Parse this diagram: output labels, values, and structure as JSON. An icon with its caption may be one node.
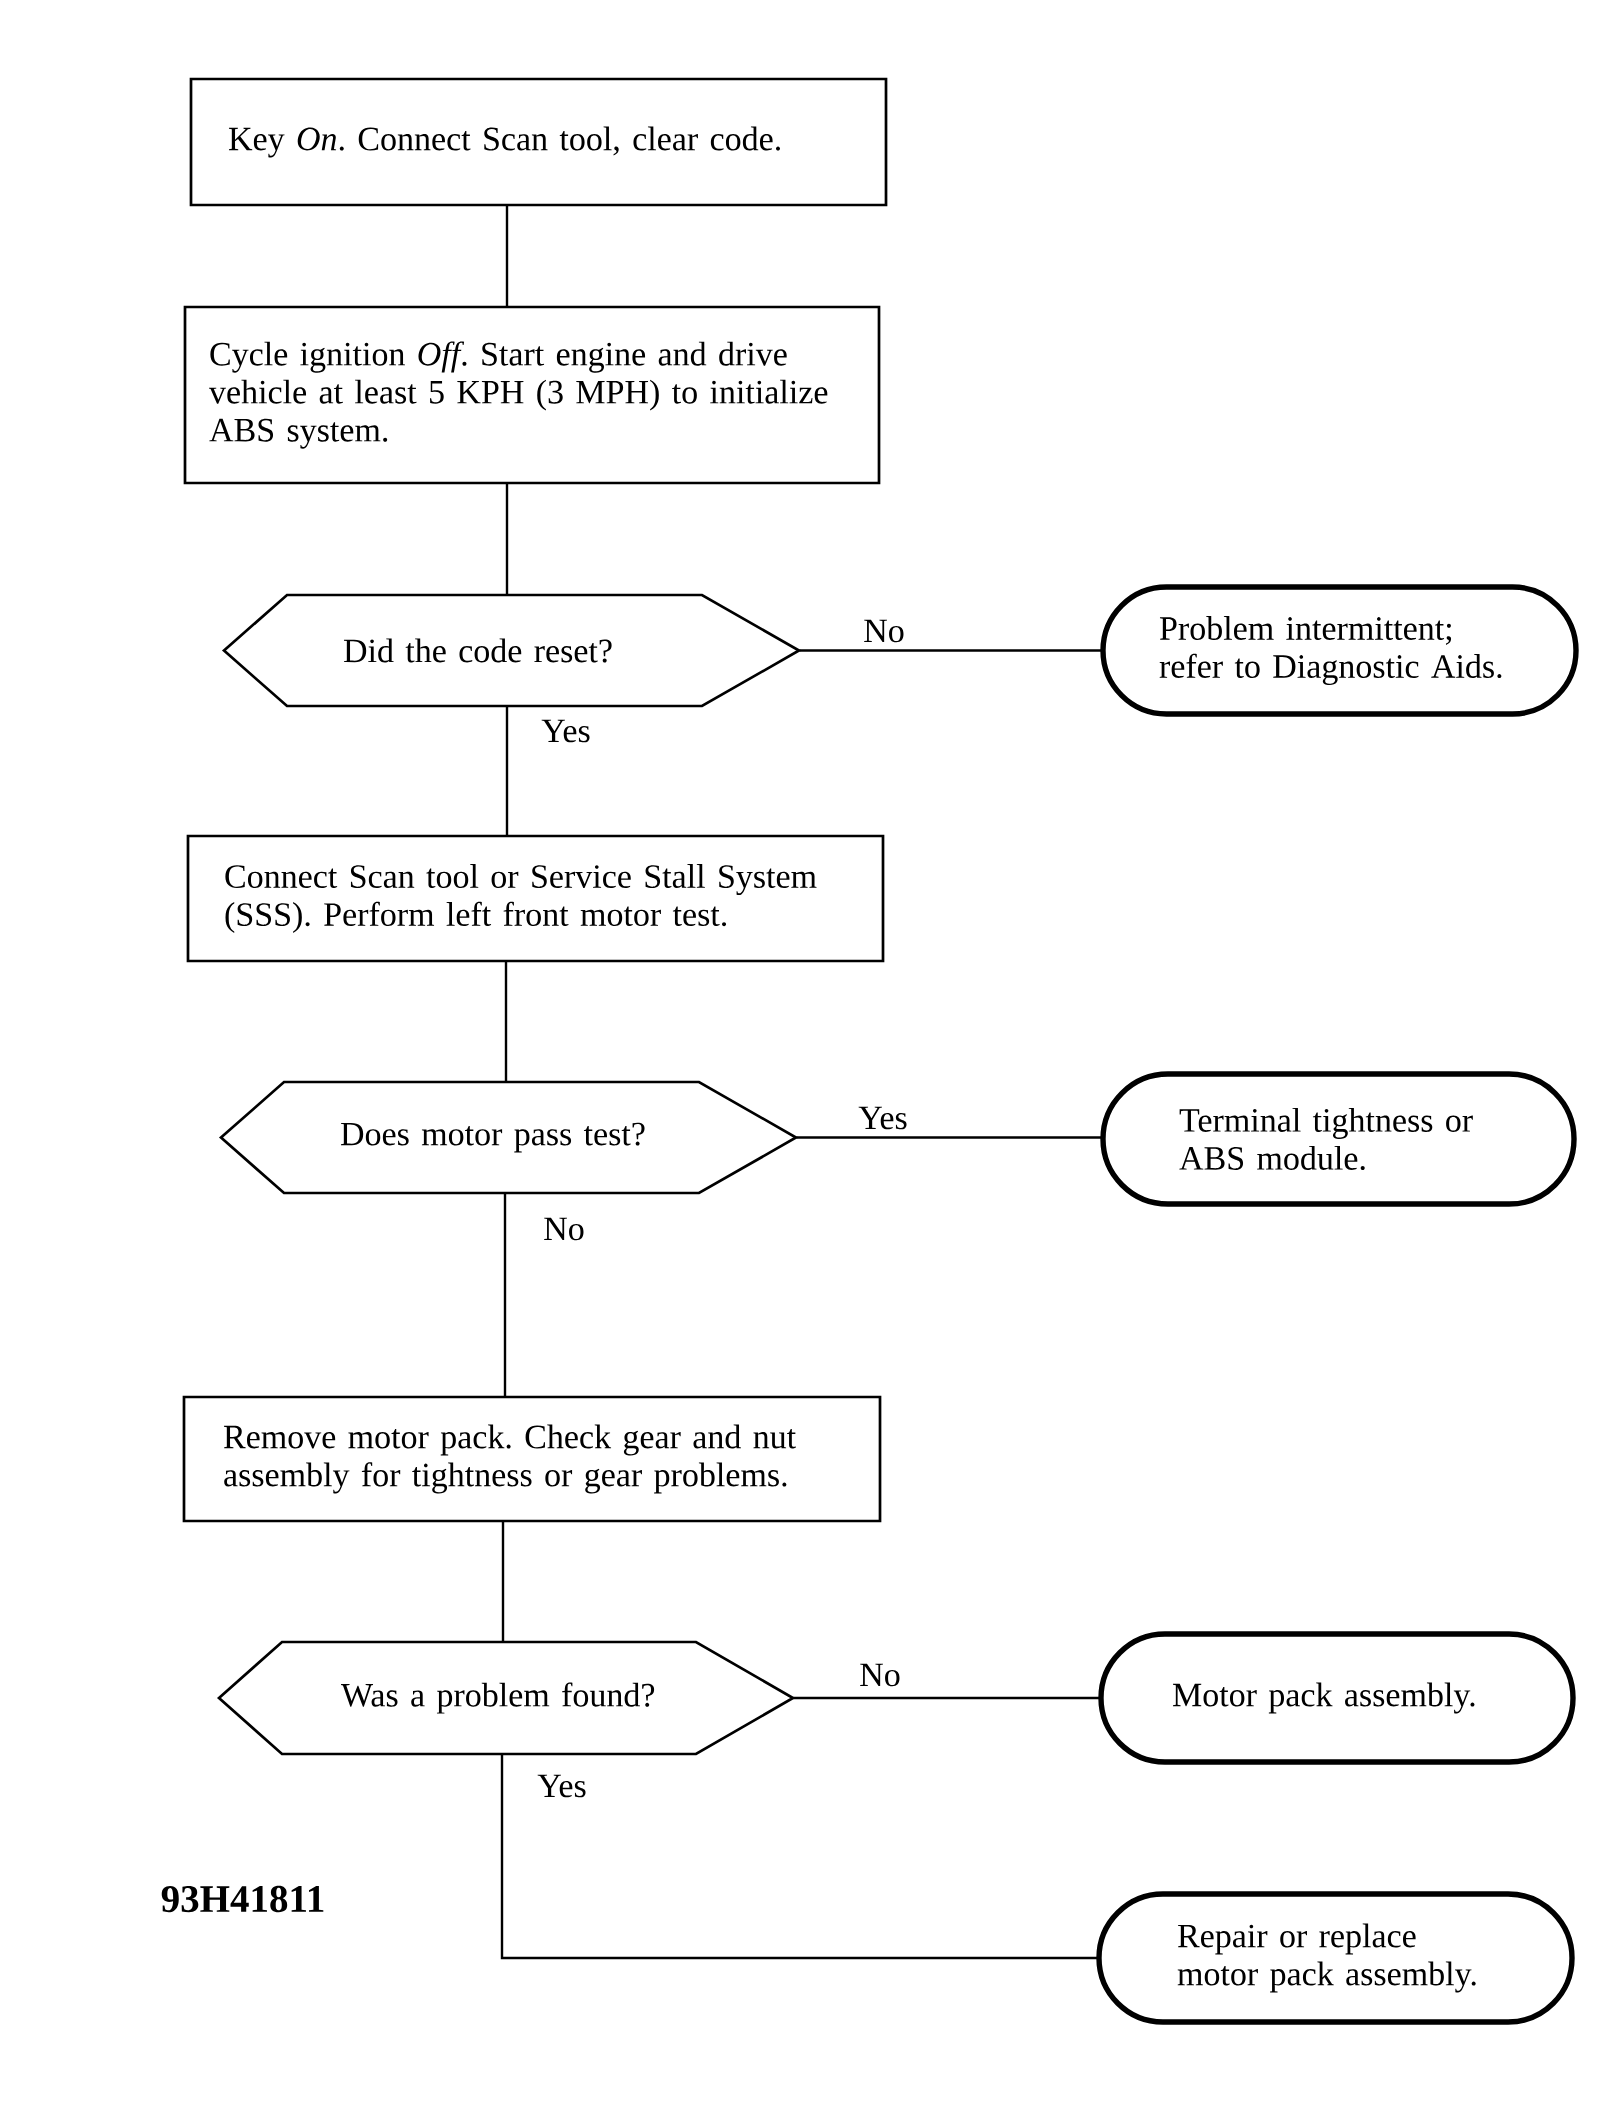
{
  "diagram": {
    "nodes": [
      {
        "text": [
          "Key *On*. Connect Scan tool, clear code."
        ]
      },
      {
        "text": [
          "Cycle ignition *Off*. Start engine and drive vehicle at least 5 KPH (3 MPH) to initialize ABS system."
        ]
      },
      {
        "text": [
          "Did the code reset?"
        ]
      },
      {
        "text": [
          "Problem intermittent; refer to Diagnostic Aids."
        ]
      },
      {
        "text": [
          "Connect Scan tool or Service Stall System (SSS). Perform left front motor test."
        ]
      },
      {
        "text": [
          "Does motor pass test?"
        ]
      },
      {
        "text": [
          "Terminal tightness or ABS module."
        ]
      },
      {
        "text": [
          "Remove motor pack. Check gear and nut assembly for tightness or gear problems."
        ]
      },
      {
        "text": [
          "Was a problem found?"
        ]
      },
      {
        "text": [
          "Motor pack assembly."
        ]
      },
      {
        "text": [
          "Repair or replace motor pack assembly."
        ]
      }
    ],
    "edges": [
      {
        "from": 0,
        "to": 1,
        "arrow": "none"
      },
      {
        "from": 1,
        "to": 2,
        "arrow": "none"
      },
      {
        "from": 2,
        "to": 3,
        "arrow": "none",
        "label": "No"
      },
      {
        "from": 2,
        "to": 4,
        "arrow": "none",
        "label": "Yes"
      },
      {
        "from": 4,
        "to": 5,
        "arrow": "none"
      },
      {
        "from": 5,
        "to": 6,
        "arrow": "none",
        "label": "Yes"
      },
      {
        "from": 5,
        "to": 7,
        "arrow": "none",
        "label": "No"
      },
      {
        "from": 7,
        "to": 8,
        "arrow": "none"
      },
      {
        "from": 8,
        "to": 9,
        "arrow": "none",
        "label": "No"
      },
      {
        "from": 8,
        "to": 10,
        "arrow": "none",
        "label": "Yes"
      }
    ],
    "labels": [
      "93H41811"
    ]
  }
}
